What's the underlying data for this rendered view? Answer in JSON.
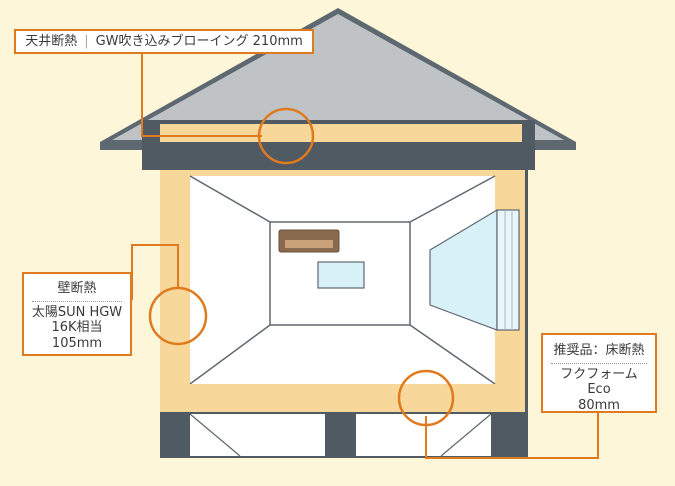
{
  "ceiling": {
    "category": "天井断熱",
    "product": "GW吹き込みブローイング 210mm"
  },
  "wall": {
    "title": "壁断熱",
    "lines": [
      "太陽SUN HGW",
      "16K相当",
      "105mm"
    ]
  },
  "floor": {
    "title": "推奨品：床断熱",
    "lines": [
      "フクフォーム",
      "Eco",
      "80mm"
    ]
  },
  "colors": {
    "background": "#fdf6d9",
    "roof": "#bfc3c6",
    "roof_outline": "#5e6870",
    "structure": "#4f5a62",
    "insulation": "#f7d79a",
    "accent": "#e07a1f",
    "window": "#d8f0f7"
  }
}
